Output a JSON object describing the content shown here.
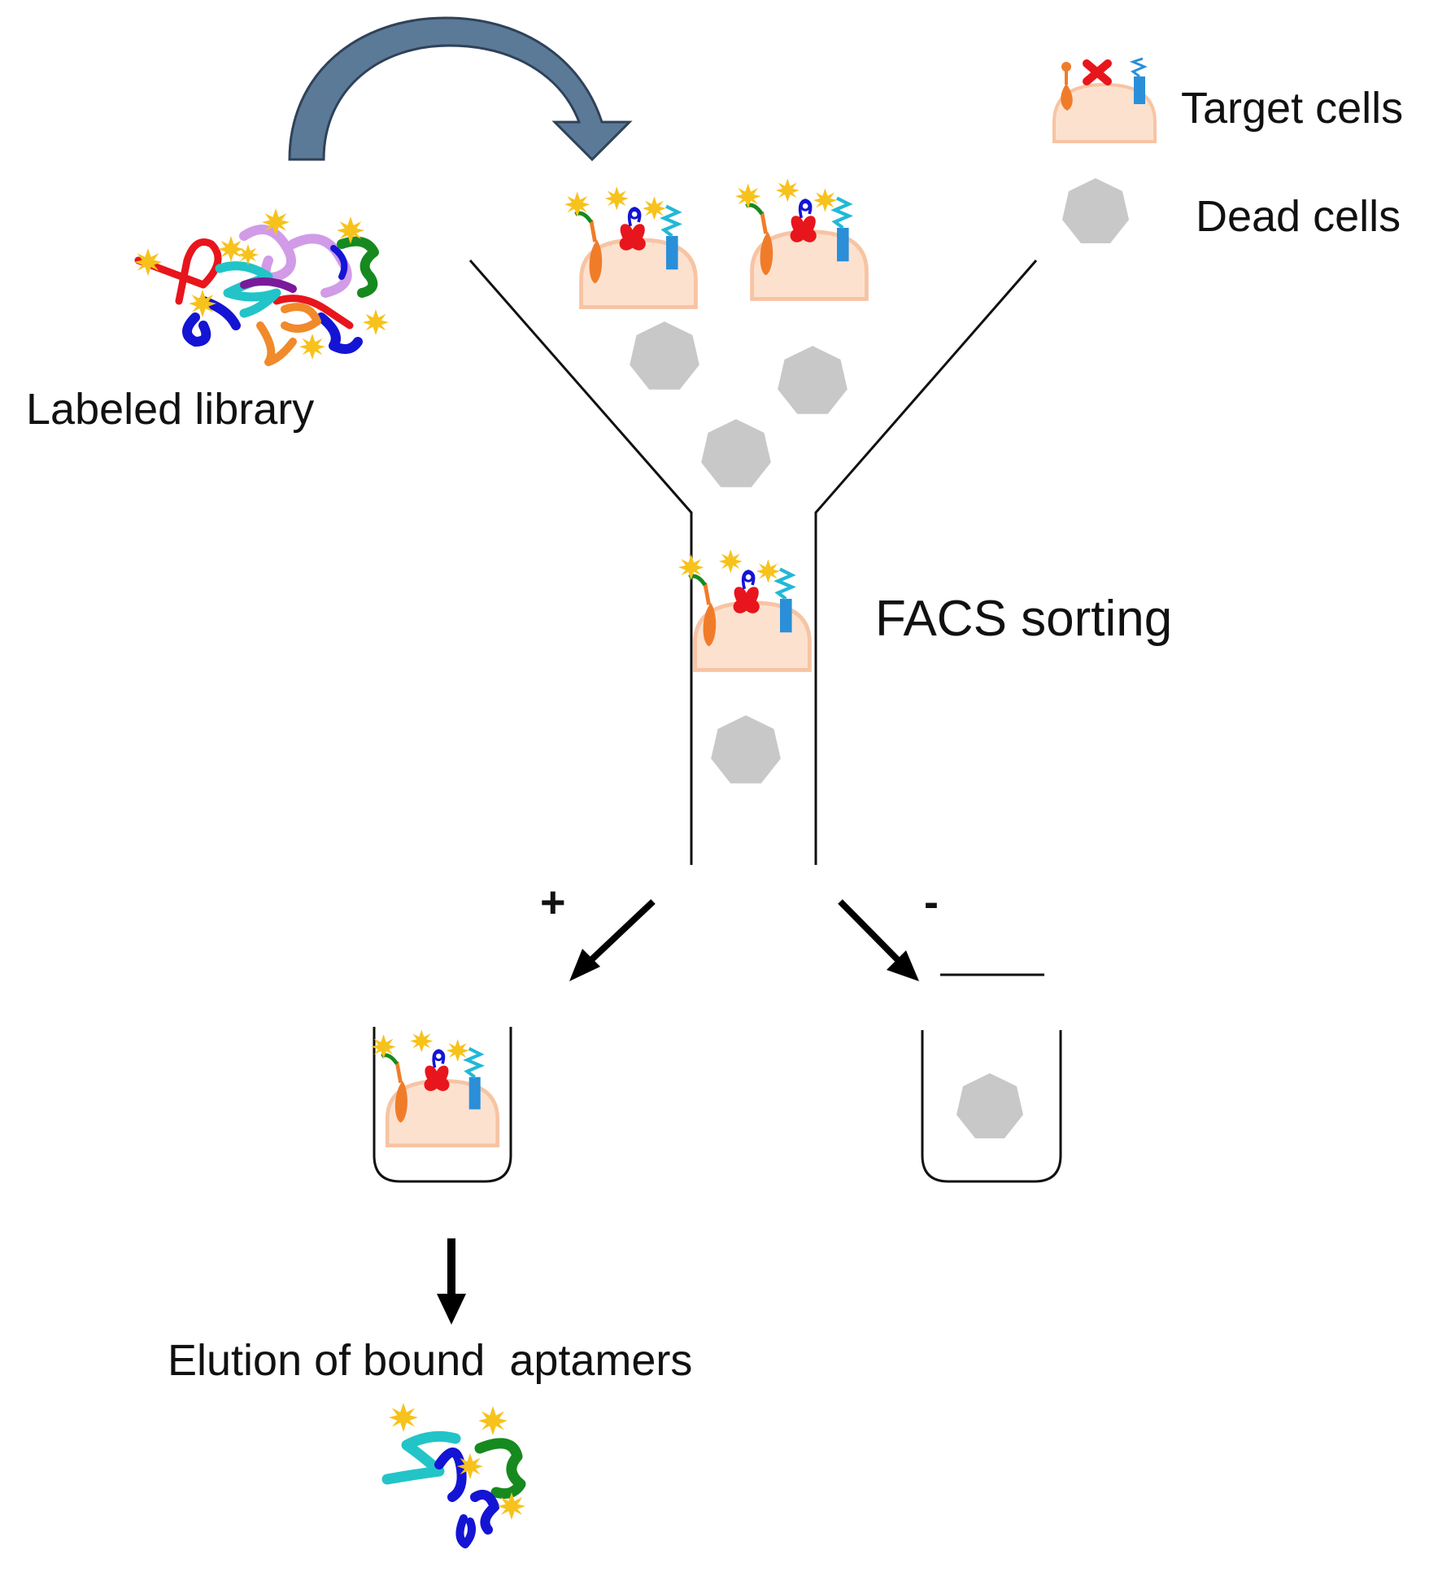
{
  "labels": {
    "library": "Labeled library",
    "target_cells": "Target cells",
    "dead_cells": "Dead cells",
    "facs": "FACS sorting",
    "positive": "+",
    "negative": "-",
    "elution": "Elution of bound  aptamers"
  },
  "colors": {
    "cell_fill": "#fde1cf",
    "cell_stroke": "#f7c4a3",
    "dead_cell": "#c8c8c8",
    "curved_arrow": "#5b7a98",
    "curved_arrow_dark": "#2f4258",
    "star": "#f7c21b",
    "receptor_orange": "#f07c2a",
    "receptor_red": "#e8151c",
    "receptor_blue": "#2a8fd8",
    "aptamer_red": "#e8151c",
    "aptamer_blue": "#1414d4",
    "aptamer_cyan": "#22c4c8",
    "aptamer_green": "#168a1e",
    "aptamer_violet": "#d19be8",
    "aptamer_purple": "#7a1a9a",
    "aptamer_orange": "#f08a2a"
  },
  "icons": [
    "curved-arrow-icon",
    "cell-icon",
    "dead-cell-icon",
    "aptamer-icon",
    "star-icon",
    "down-arrow-icon"
  ]
}
